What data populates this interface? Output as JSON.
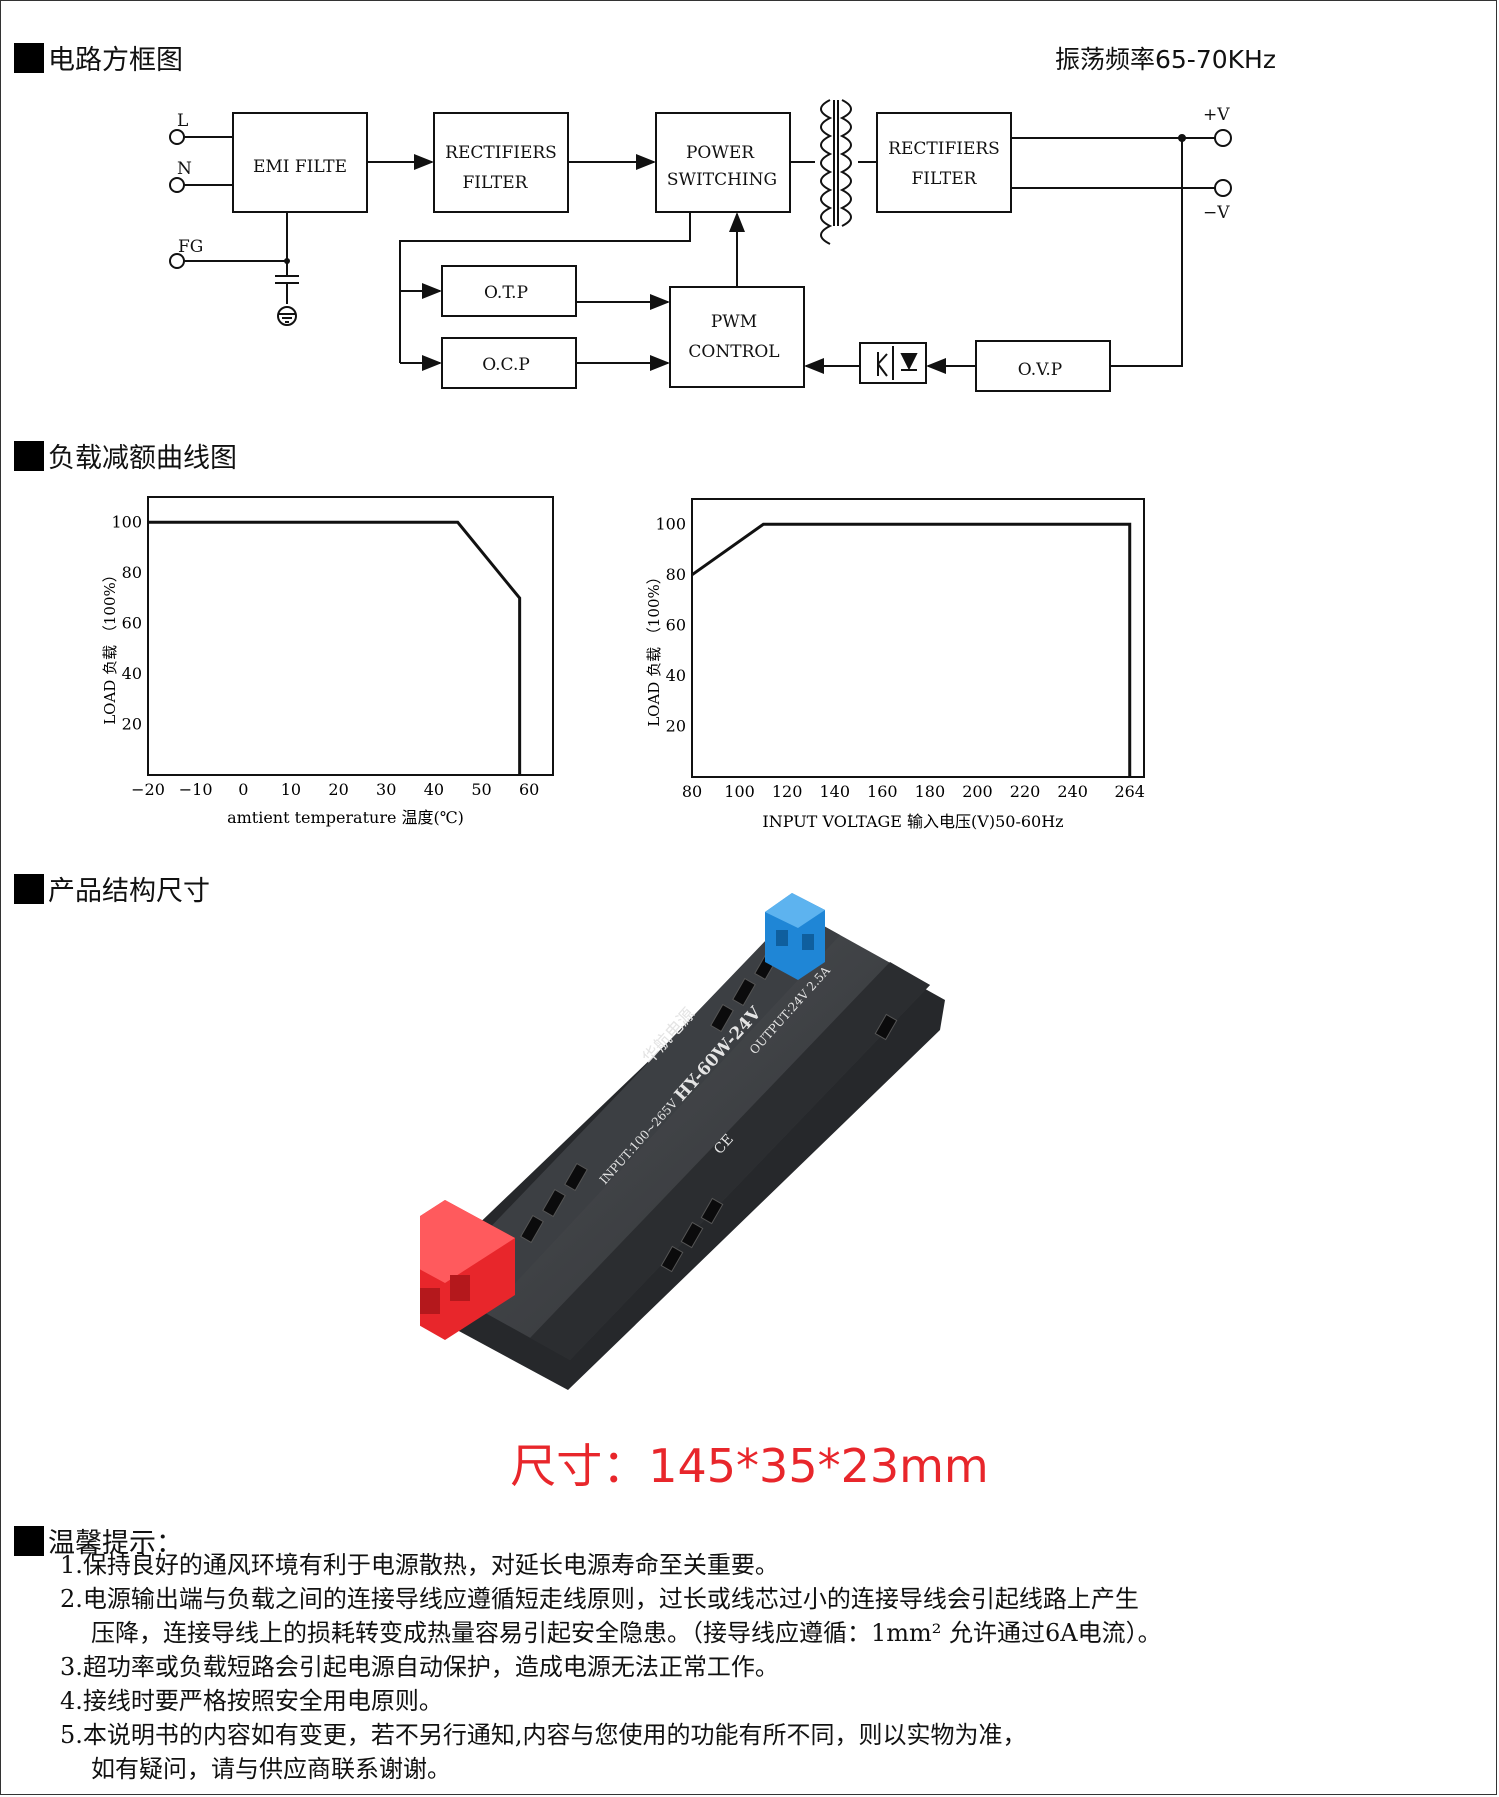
{
  "sections": {
    "block_diagram": "电路方框图",
    "derating": "负载减额曲线图",
    "structure": "产品结构尺寸",
    "tips": "温馨提示："
  },
  "frequency": "振荡频率65-70KHz",
  "block_diagram": {
    "terminals": {
      "l": "L",
      "n": "N",
      "fg": "FG",
      "pos": "+V",
      "neg": "−V"
    },
    "blocks": {
      "emi": "EMI FILTE",
      "rect_in_1": "RECTIFIERS",
      "rect_in_2": "FILTER",
      "power_1": "POWER",
      "power_2": "SWITCHING",
      "rect_out_1": "RECTIFIERS",
      "rect_out_2": "FILTER",
      "otp": "O.T.P",
      "ocp": "O.C.P",
      "pwm_1": "PWM",
      "pwm_2": "CONTROL",
      "ovp": "O.V.P"
    }
  },
  "chart_data": [
    {
      "type": "line",
      "x": [
        -20,
        45,
        58,
        58
      ],
      "y": [
        100,
        100,
        70,
        0
      ],
      "xticks": [
        "−20",
        "−10",
        "0",
        "10",
        "20",
        "30",
        "40",
        "50",
        "60"
      ],
      "xtick_values": [
        -20,
        -10,
        0,
        10,
        20,
        30,
        40,
        50,
        60
      ],
      "yticks": [
        "100",
        "80",
        "60",
        "40",
        "20"
      ],
      "ytick_values": [
        100,
        80,
        60,
        40,
        20
      ],
      "xlabel": "amtient temperature 温度(℃)",
      "ylabel": "LOAD 负载 （100%）",
      "xlim": [
        -20,
        65
      ],
      "ylim": [
        0,
        110
      ],
      "grid": false
    },
    {
      "type": "line",
      "x": [
        80,
        110,
        264,
        264
      ],
      "y": [
        80,
        100,
        100,
        0
      ],
      "xticks": [
        "80",
        "100",
        "120",
        "140",
        "160",
        "180",
        "200",
        "220",
        "240",
        "264"
      ],
      "xtick_values": [
        80,
        100,
        120,
        140,
        160,
        180,
        200,
        220,
        240,
        264
      ],
      "yticks": [
        "100",
        "80",
        "60",
        "40",
        "20"
      ],
      "ytick_values": [
        100,
        80,
        60,
        40,
        20
      ],
      "xlabel": "INPUT VOLTAGE 输入电压(V)50-60Hz",
      "ylabel": "LOAD 负载 （100%）",
      "xlim": [
        80,
        270
      ],
      "ylim": [
        0,
        110
      ],
      "grid": false
    }
  ],
  "product": {
    "brand": "华航电源",
    "model": "HY-60W-24V",
    "input": "INPUT:100~265V",
    "output": "OUTPUT:24V 2.5A",
    "ce_mark": "CE",
    "colors": {
      "body": "#3a3c3f",
      "input_connector": "#e8262b",
      "output_connector": "#1f86d6"
    }
  },
  "dimensions": "尺寸：145*35*23mm",
  "tips": [
    "1.保持良好的通风环境有利于电源散热，对延长电源寿命至关重要。",
    "2.电源输出端与负载之间的连接导线应遵循短走线原则，过长或线芯过小的连接导线会引起线路上产生",
    "压降，连接导线上的损耗转变成热量容易引起安全隐患。（接导线应遵循：1mm² 允许通过6A电流）。",
    "3.超功率或负载短路会引起电源自动保护，造成电源无法正常工作。",
    "4.接线时要严格按照安全用电原则。",
    "5.本说明书的内容如有变更，若不另行通知,内容与您使用的功能有所不同，则以实物为准，",
    "如有疑问，请与供应商联系谢谢。"
  ]
}
